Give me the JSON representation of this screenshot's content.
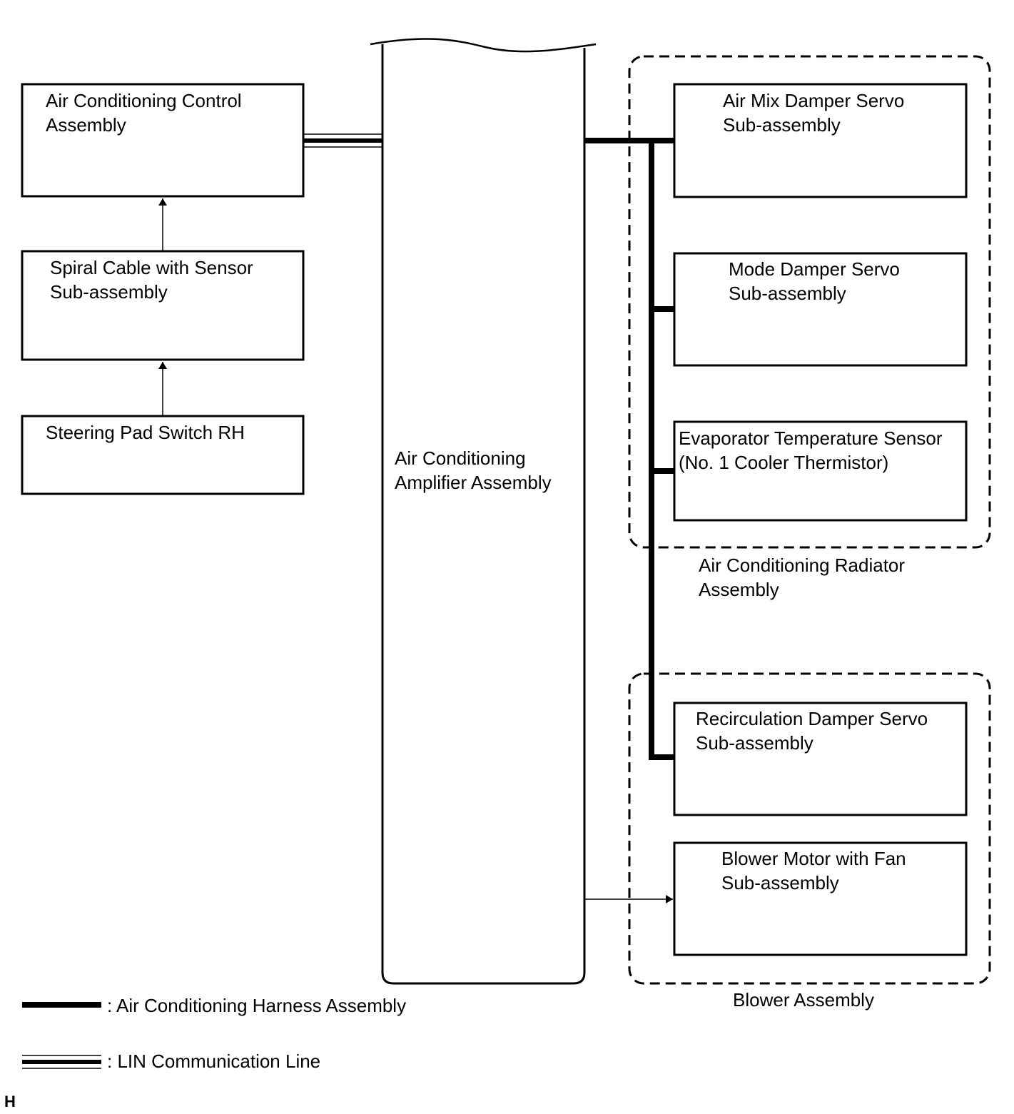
{
  "blocks": {
    "ac_control": [
      "Air Conditioning Control",
      "Assembly"
    ],
    "spiral_cable": [
      "Spiral Cable with Sensor",
      "Sub-assembly"
    ],
    "steering_switch": [
      "Steering Pad Switch RH"
    ],
    "amplifier": [
      "Air Conditioning",
      "Amplifier Assembly"
    ],
    "air_mix_servo": [
      "Air Mix Damper Servo",
      "Sub-assembly"
    ],
    "mode_servo": [
      "Mode Damper Servo",
      "Sub-assembly"
    ],
    "evap_sensor": [
      "Evaporator Temperature Sensor",
      "(No. 1 Cooler Thermistor)"
    ],
    "recirc_servo": [
      "Recirculation Damper Servo",
      "Sub-assembly"
    ],
    "blower_motor": [
      "Blower Motor with Fan",
      "Sub-assembly"
    ]
  },
  "groups": {
    "radiator": [
      "Air Conditioning Radiator",
      "Assembly"
    ],
    "blower": [
      "Blower Assembly"
    ]
  },
  "legend": {
    "harness": ": Air Conditioning Harness Assembly",
    "lin": ": LIN Communication Line"
  },
  "corner_mark": "H"
}
